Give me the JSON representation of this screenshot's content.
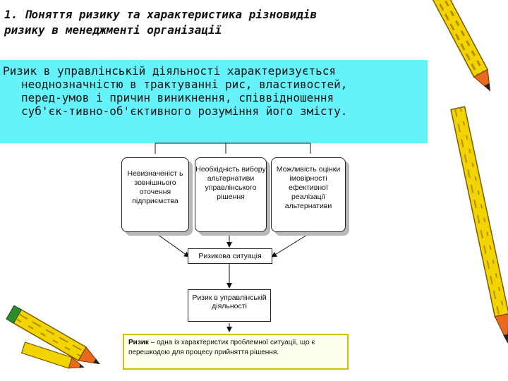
{
  "title": {
    "line1": "1. Поняття ризику та характеристика різновидів",
    "line2": "ризику в менеджменті організації"
  },
  "intro": {
    "line1": "Ризик в управлінській діяльності характеризується",
    "line2": "неоднозначністю в трактуванні рис, властивостей,",
    "line3": "перед-умов і причин виникнення, співвідношення",
    "line4": "суб'єк-тивно-об'єктивного розуміння його змісту."
  },
  "boxes": [
    {
      "text": "Невизначеніст ь зовнішнього оточення підприємства"
    },
    {
      "text": "Необхідність вибору альтернативи управлінського рішення"
    },
    {
      "text": "Можливість оцінки імовірності ефективної реалізації альтернативи"
    }
  ],
  "situation": {
    "text": "Ризикова ситуація"
  },
  "risk": {
    "text": "Ризик в управлінській діяльності"
  },
  "definition": {
    "term": "Ризик",
    "rest": " – одна із характеристик проблемної ситуації, що є перешкодою для процесу прийняття рішення."
  },
  "colors": {
    "intro_bg": "#66f2fa",
    "pencil_yellow": "#f2d400",
    "pencil_tip": "#e86a1e"
  }
}
